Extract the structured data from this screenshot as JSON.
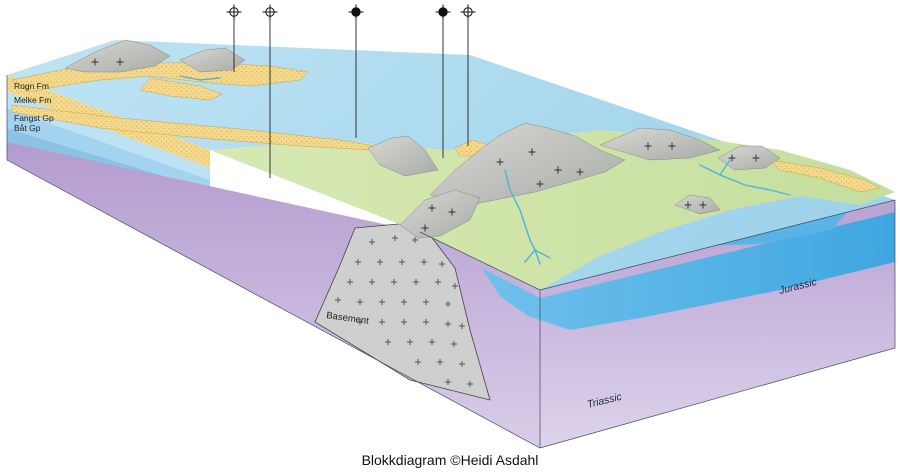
{
  "diagram": {
    "formation_labels": [
      "Rogn Fm",
      "Melke Fm",
      "Fangst Gp",
      "Båt Gp"
    ],
    "basement_label": "Basement",
    "jurassic_label": "Jurassic",
    "triassic_label": "Triassic",
    "well_symbols": [
      {
        "type": "dry-well"
      },
      {
        "type": "dry-well"
      },
      {
        "type": "oil-well"
      },
      {
        "type": "oil-well"
      },
      {
        "type": "dry-well"
      }
    ],
    "colors": {
      "sea": "#a8d8ee",
      "land": "#cde3a6",
      "sand": "#f4d98c",
      "mountain": "#c9cbc6",
      "basement": "#cfcfcf",
      "triassic": "#b79ecf",
      "jurassic": "#5fb6e6",
      "river": "#4fb3d9"
    }
  },
  "caption": "Blokkdiagram ©Heidi Asdahl"
}
